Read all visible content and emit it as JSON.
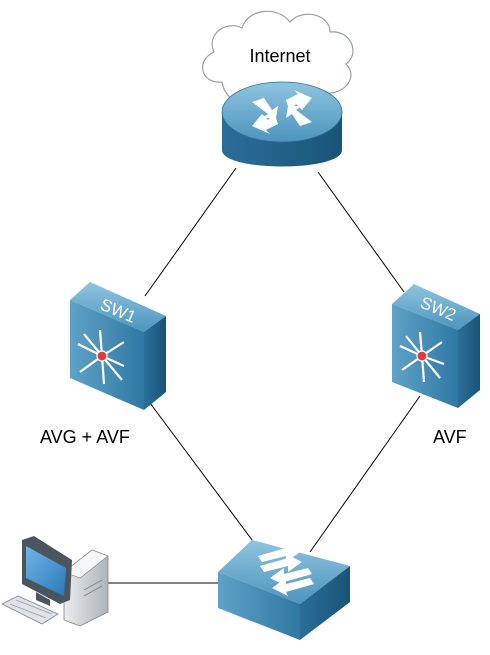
{
  "diagram": {
    "cloud_label": "Internet",
    "switches": [
      {
        "label": "SW1",
        "role": "AVG + AVF"
      },
      {
        "label": "SW2",
        "role": "AVF"
      }
    ]
  },
  "colors": {
    "device_top": "#4f97bf",
    "device_side": "#2d6f96",
    "device_front": "#1e5a80",
    "line": "#000000",
    "cloud_stroke": "#9aa0a6"
  },
  "icons": [
    "cloud-icon",
    "router-icon",
    "layer3-switch-icon",
    "layer2-switch-icon",
    "workstation-icon"
  ]
}
